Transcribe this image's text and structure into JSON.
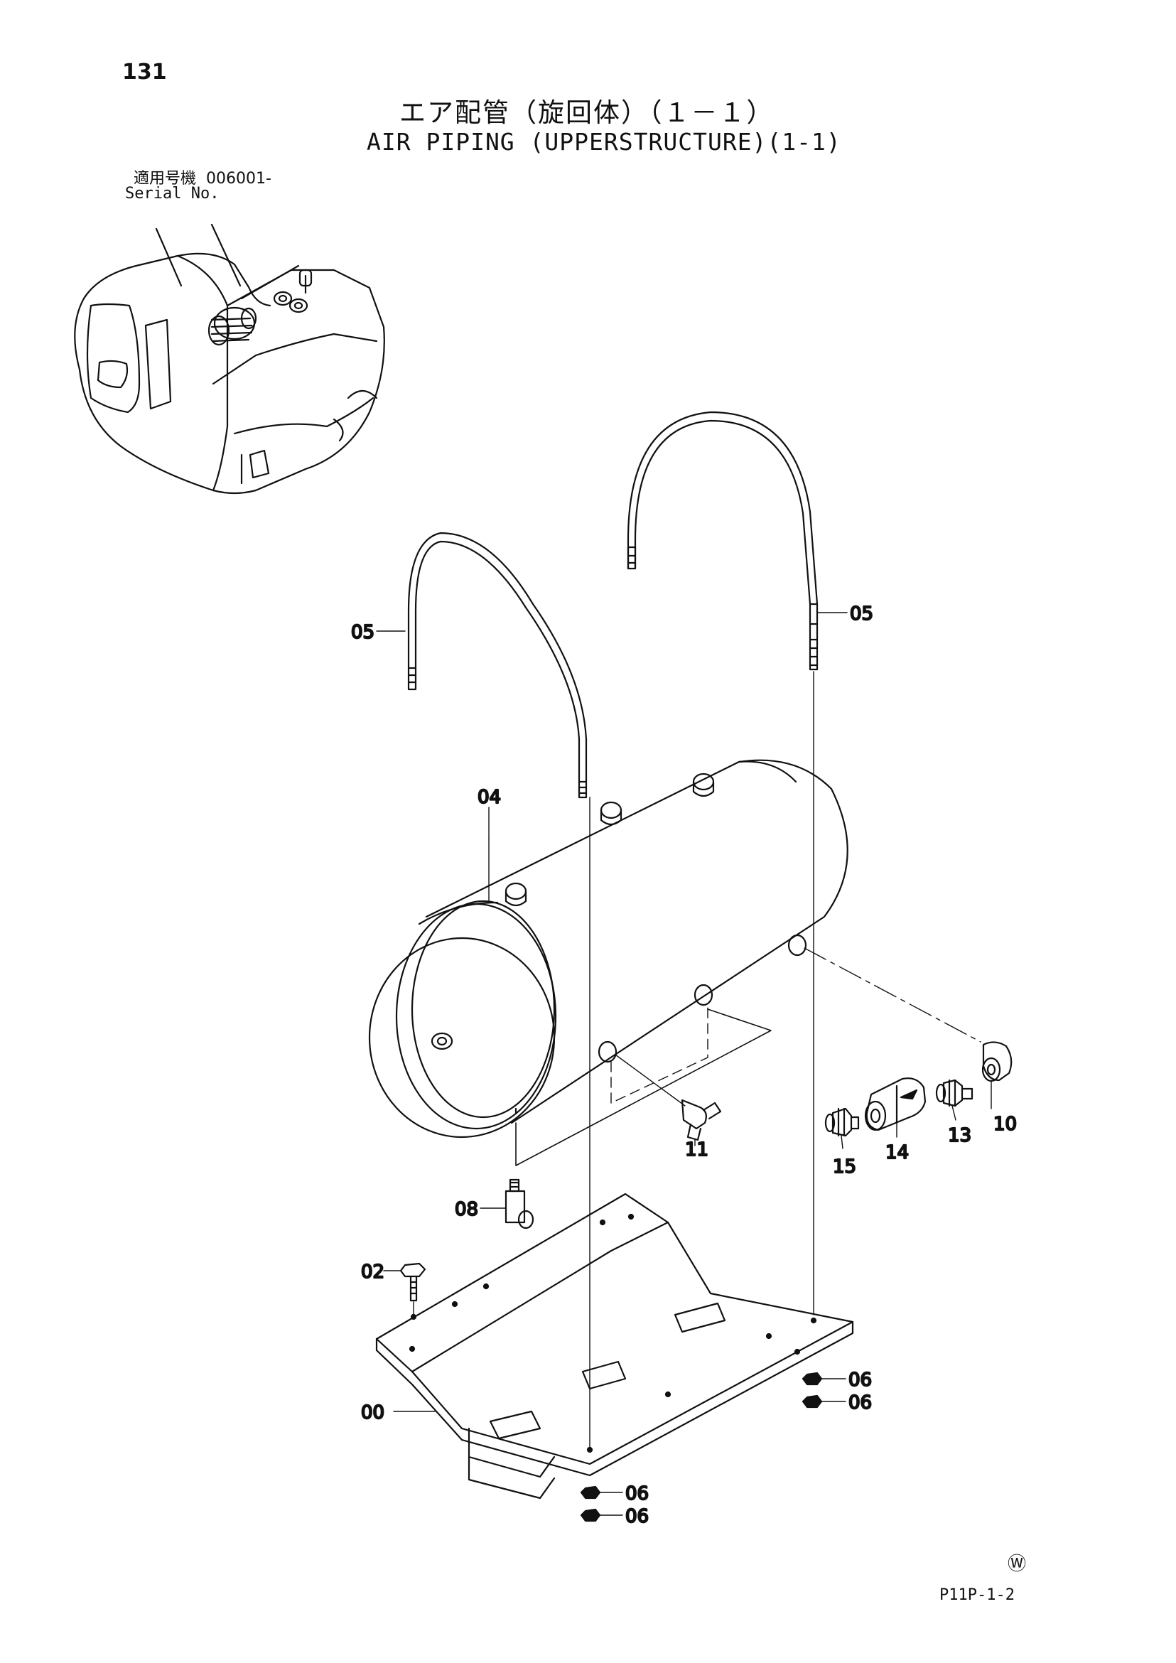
{
  "header": {
    "page_number": "131",
    "title_jp": "エア配管（旋回体）（１－１）",
    "title_en": "AIR PIPING (UPPERSTRUCTURE)(1-1)"
  },
  "serial": {
    "label_jp": "適用号機",
    "value": "006001-",
    "label_en": "Serial No."
  },
  "footer": {
    "doc_code": "P11P-1-2",
    "mark": "Ⓦ"
  },
  "callouts": {
    "c00": "00",
    "c02": "02",
    "c04": "04",
    "c05_left": "05",
    "c05_right": "05",
    "c06_a": "06",
    "c06_b": "06",
    "c06_c": "06",
    "c06_d": "06",
    "c08": "08",
    "c10": "10",
    "c11": "11",
    "c13": "13",
    "c14": "14",
    "c15": "15"
  }
}
